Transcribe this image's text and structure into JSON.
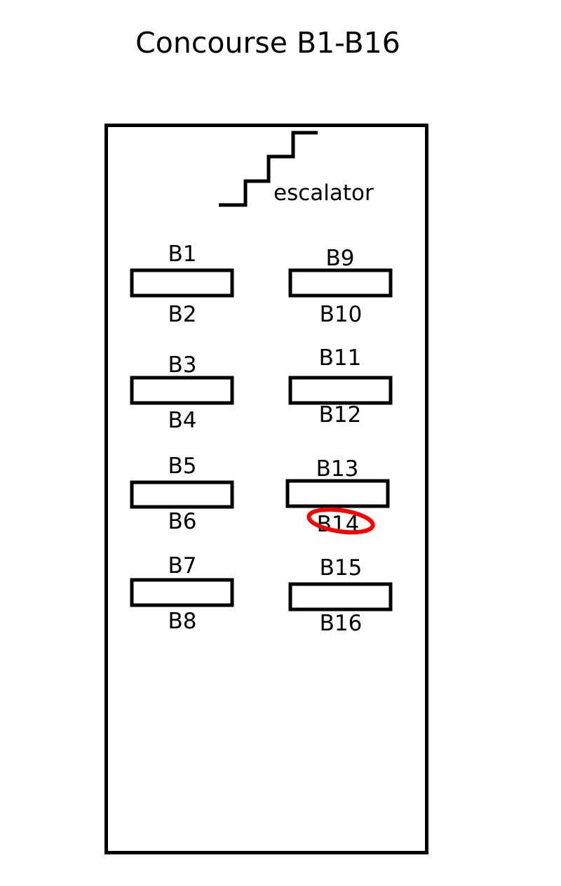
{
  "title": "Concourse B1-B16",
  "escalator_label": "escalator",
  "gates": {
    "B1": "B1",
    "B2": "B2",
    "B3": "B3",
    "B4": "B4",
    "B5": "B5",
    "B6": "B6",
    "B7": "B7",
    "B8": "B8",
    "B9": "B9",
    "B10": "B10",
    "B11": "B11",
    "B12": "B12",
    "B13": "B13",
    "B14": "B14",
    "B15": "B15",
    "B16": "B16"
  },
  "highlight": {
    "gate": "B14",
    "color": "#ff0000"
  }
}
